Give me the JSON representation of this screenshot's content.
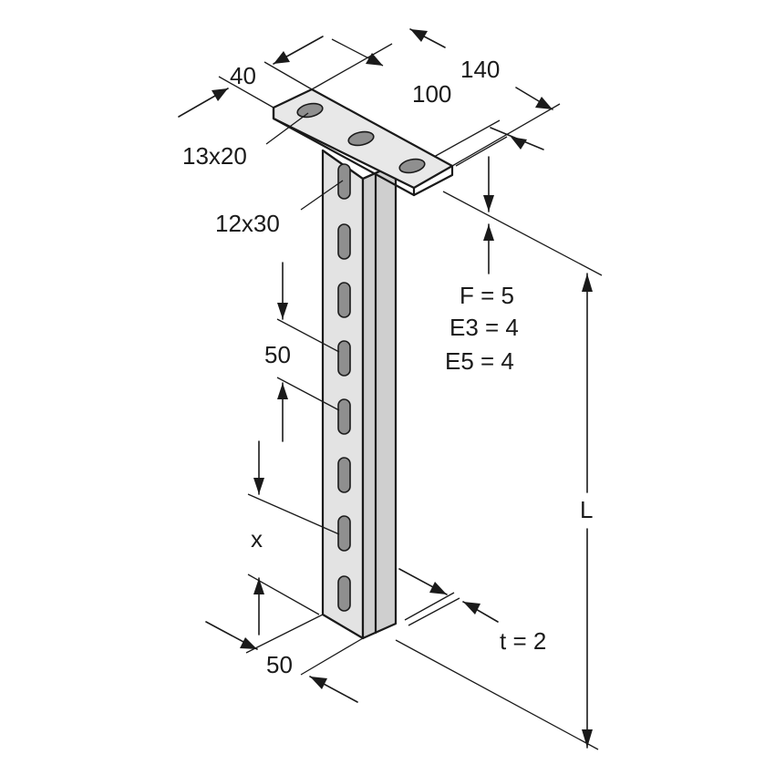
{
  "labels": {
    "dim_40": "40",
    "dim_140": "140",
    "dim_100": "100",
    "slot_top": "13x20",
    "slot_side": "12x30",
    "spacing": "50",
    "offset": "x",
    "width": "50",
    "thickness": "t = 2",
    "length": "L",
    "load_f": "F = 5",
    "load_e3": "E3 = 4",
    "load_e5": "E5 = 4"
  }
}
